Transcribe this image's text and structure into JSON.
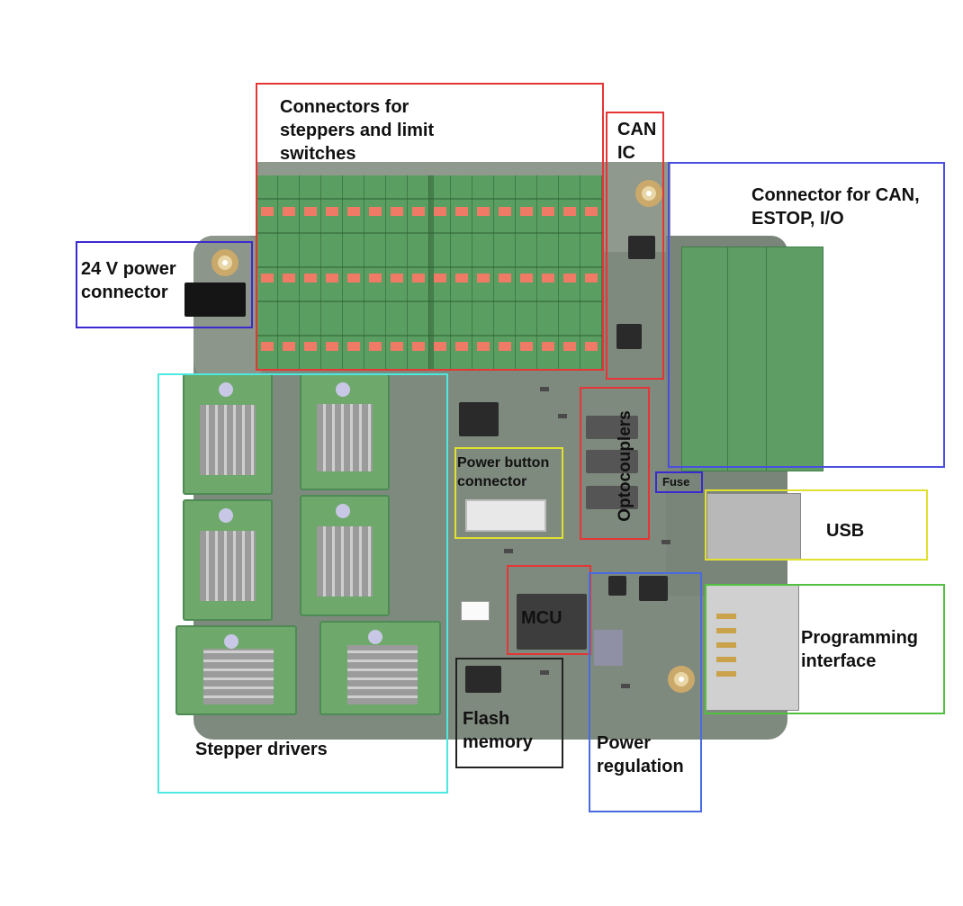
{
  "labels": {
    "connectors_steppers": "Connectors for steppers and limit switches",
    "can_ic": "CAN IC",
    "connector_can": "Connector for CAN, ESTOP, I/O",
    "power_24v": "24 V power connector",
    "power_button": "Power button connector",
    "optocouplers": "Optocouplers",
    "fuse": "Fuse",
    "usb": "USB",
    "mcu": "MCU",
    "programming": "Programming interface",
    "flash": "Flash memory",
    "power_regulation": "Power regulation",
    "stepper_drivers": "Stepper drivers"
  },
  "colors": {
    "red": "#e53535",
    "blue": "#4a4fe0",
    "dark_blue": "#3a2ad0",
    "cyan": "#4de8e0",
    "yellow": "#e0e030",
    "green": "#52c040",
    "black": "#222222",
    "pcb": "#7f8a7e",
    "connector_green": "#5fa665"
  }
}
